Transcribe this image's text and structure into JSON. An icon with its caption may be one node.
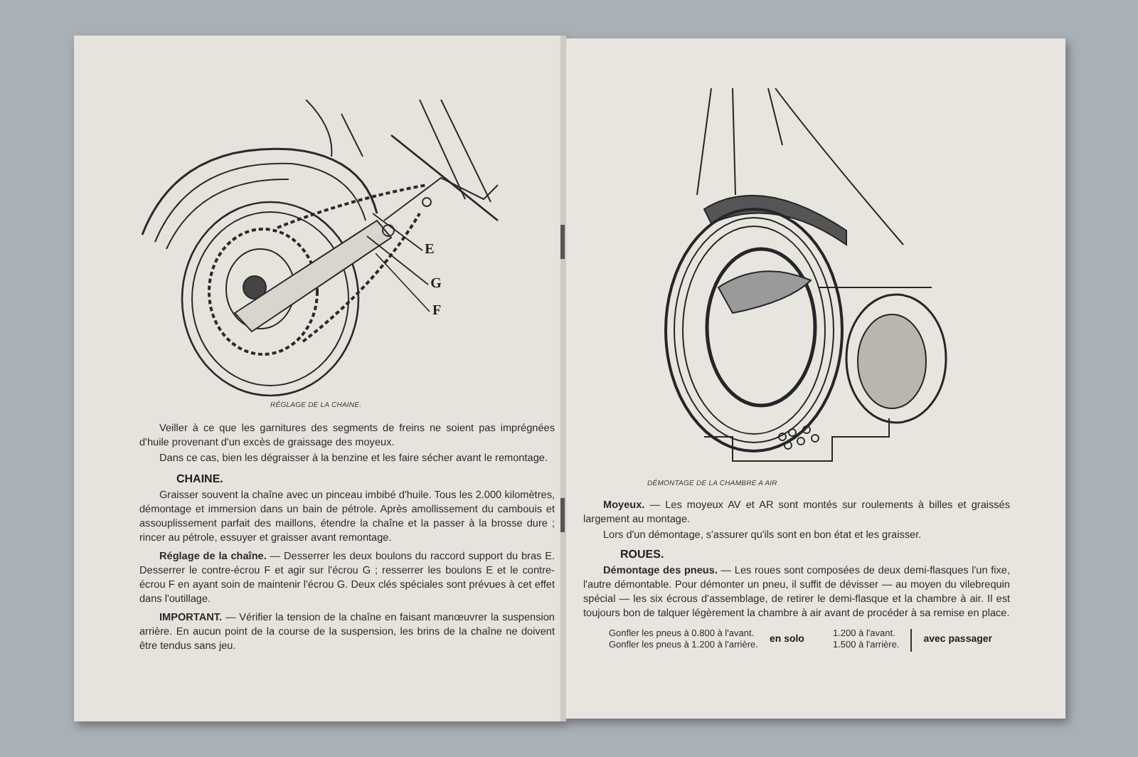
{
  "diagram": {
    "nodes": [
      {
        "text": [
          "E"
        ]
      },
      {
        "text": [
          "G"
        ]
      },
      {
        "text": [
          "F"
        ]
      }
    ],
    "edges": [
      {
        "from": 0,
        "to": null,
        "arrow": "none"
      },
      {
        "from": 1,
        "to": null,
        "arrow": "none"
      },
      {
        "from": 2,
        "to": null,
        "arrow": "none"
      }
    ],
    "labels": [
      "RÉGLAGE DE LA CHAINE.",
      "Veiller à ce que les garnitures des segments de freins ne soient pas imprégnées d'huile provenant d'un excès de graissage des moyeux.",
      "Dans ce cas, bien les dégraisser à la benzine et les faire sécher avant le remontage.",
      "CHAINE.",
      "Graisser souvent la chaîne avec un pinceau imbibé d'huile. Tous les 2.000 kilomètres, démontage et immersion dans un bain de pétrole. Après amollissement du cambouis et assouplissement parfait des maillons, étendre la chaîne et la passer à la brosse dure ; rincer au pétrole, essuyer et graisser avant remontage.",
      "**Réglage de la chaîne.** — Desserrer les deux boulons du raccord support du bras E. Desserrer le contre-écrou F et agir sur l'écrou G ; resserrer les boulons E et le contre-écrou F en ayant soin de maintenir l'écrou G. Deux clés spéciales sont prévues à cet effet dans l'outillage.",
      "**IMPORTANT.** — Vérifier la tension de la chaîne en faisant manœuvrer la suspension arrière. En aucun point de la course de la suspension, les brins de la chaîne ne doivent être tendus sans jeu.",
      "DÉMONTAGE DE LA CHAMBRE A AIR",
      "**Moyeux.** — Les moyeux AV et AR sont montés sur roulements à billes et graissés largement au montage.",
      "Lors d'un démontage, s'assurer qu'ils sont en bon état et les graisser.",
      "ROUES.",
      "**Démontage des pneus.** — Les roues sont composées de deux demi-flasques l'un fixe, l'autre démontable. Pour démonter un pneu, il suffit de dévisser — au moyen du vilebrequin spécial — les six écrous d'assemblage, de retirer le demi-flasque et la chambre à air. Il est toujours bon de talquer légèrement la chambre à air avant de procéder à sa remise en place.",
      "Gonfler les pneus à 0.800 à l'avant.",
      "Gonfler les pneus à 1.200 à l'arrière.",
      "en solo",
      "1.200 à l'avant.",
      "1.500 à l'arrière.",
      "avec passager"
    ]
  }
}
